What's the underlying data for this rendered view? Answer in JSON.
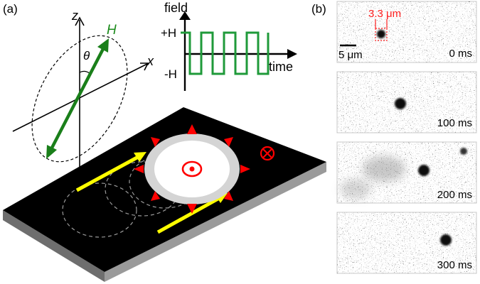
{
  "panel_a": {
    "label": "(a)",
    "axis_z": "z",
    "axis_x": "x",
    "vector_label": "H",
    "angle_label": "θ",
    "waveform": {
      "y_axis_label": "field",
      "x_axis_label": "time",
      "plus_label": "+H",
      "minus_label": "-H",
      "color": "#1f9a3a"
    },
    "colors": {
      "field_vector": "#1a7f1a",
      "film": "#000000",
      "arrows": "#ffff00",
      "skyrmion_spin": "#ff0000"
    }
  },
  "panel_b": {
    "label": "(b)",
    "size_label": "3.3 μm",
    "scale_bar_label": "5 μm",
    "frames": [
      {
        "time_label": "0 ms"
      },
      {
        "time_label": "100 ms"
      },
      {
        "time_label": "200 ms"
      },
      {
        "time_label": "300 ms"
      }
    ]
  }
}
